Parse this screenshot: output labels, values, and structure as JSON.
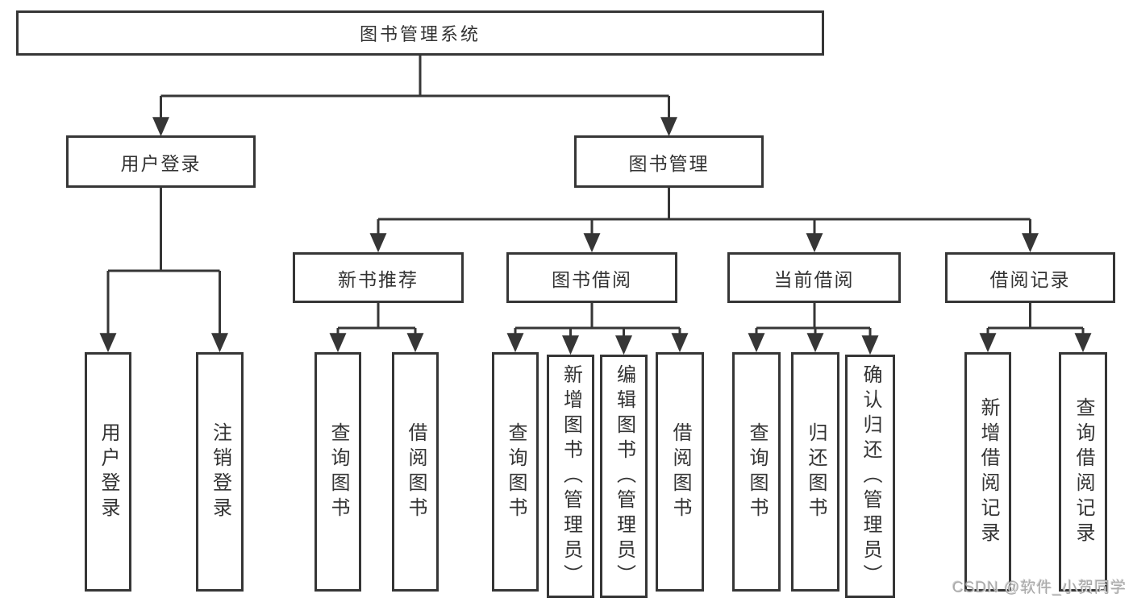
{
  "diagram": {
    "root": "图书管理系统",
    "branches": {
      "user_login": {
        "label": "用户登录",
        "children": [
          "用户登录",
          "注销登录"
        ]
      },
      "book_mgmt": {
        "label": "图书管理",
        "sections": {
          "new_book": {
            "label": "新书推荐",
            "children": [
              "查询图书",
              "借阅图书"
            ]
          },
          "book_borrow": {
            "label": "图书借阅",
            "children": [
              "查询图书",
              "新增图书（管理员）",
              "编辑图书（管理员）",
              "借阅图书"
            ]
          },
          "current_borrow": {
            "label": "当前借阅",
            "children": [
              "查询图书",
              "归还图书",
              "确认归还（管理员）"
            ]
          },
          "borrow_record": {
            "label": "借阅记录",
            "children": [
              "新增借阅记录",
              "查询借阅记录"
            ]
          }
        }
      }
    }
  },
  "watermark": "CSDN @软件_小贺同学",
  "colors": {
    "line": "#363636",
    "text": "#333333",
    "background": "#ffffff",
    "watermark": "#a9a9a9"
  }
}
